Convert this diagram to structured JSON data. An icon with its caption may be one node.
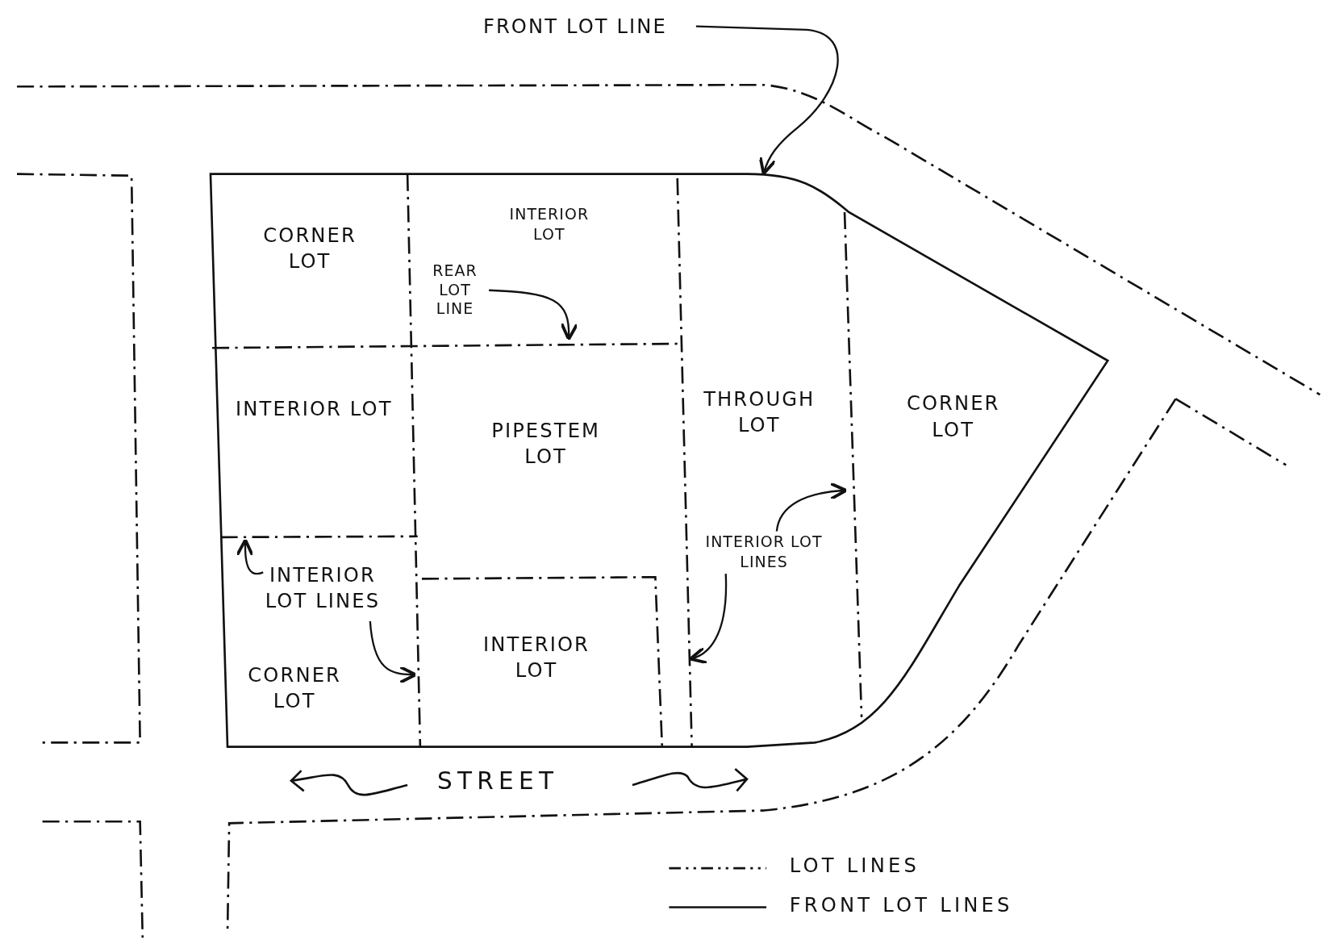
{
  "diagram": {
    "nodes": [
      {
        "text": [
          "FRONT LOT LINE"
        ]
      },
      {
        "text": [
          "CORNER LOT"
        ]
      },
      {
        "text": [
          "INTERIOR LOT"
        ]
      },
      {
        "text": [
          "REAR LOT LINE"
        ],
        "in": 2
      },
      {
        "text": [
          "INTERIOR LOT"
        ]
      },
      {
        "text": [
          "PIPESTEM LOT"
        ]
      },
      {
        "text": [
          "THROUGH LOT"
        ]
      },
      {
        "text": [
          "CORNER LOT"
        ]
      },
      {
        "text": [
          "INTERIOR LOT LINES"
        ],
        "in": 6
      },
      {
        "text": [
          "CORNER LOT"
        ]
      },
      {
        "text": [
          "INTERIOR LOT LINES"
        ],
        "in": 9
      },
      {
        "text": [
          "INTERIOR LOT"
        ]
      }
    ],
    "edges": [
      {
        "from": 0,
        "to": null,
        "arrow": "to"
      },
      {
        "from": 3,
        "to": null,
        "arrow": "to"
      },
      {
        "from": 8,
        "to": null,
        "arrow": "to"
      },
      {
        "from": 8,
        "to": null,
        "arrow": "to"
      },
      {
        "from": 10,
        "to": null,
        "arrow": "to"
      },
      {
        "from": 10,
        "to": null,
        "arrow": "to"
      }
    ],
    "labels": [
      "STREET"
    ],
    "legend": [
      {
        "text": "LOT LINES"
      },
      {
        "text": "FRONT LOT LINES"
      }
    ]
  }
}
